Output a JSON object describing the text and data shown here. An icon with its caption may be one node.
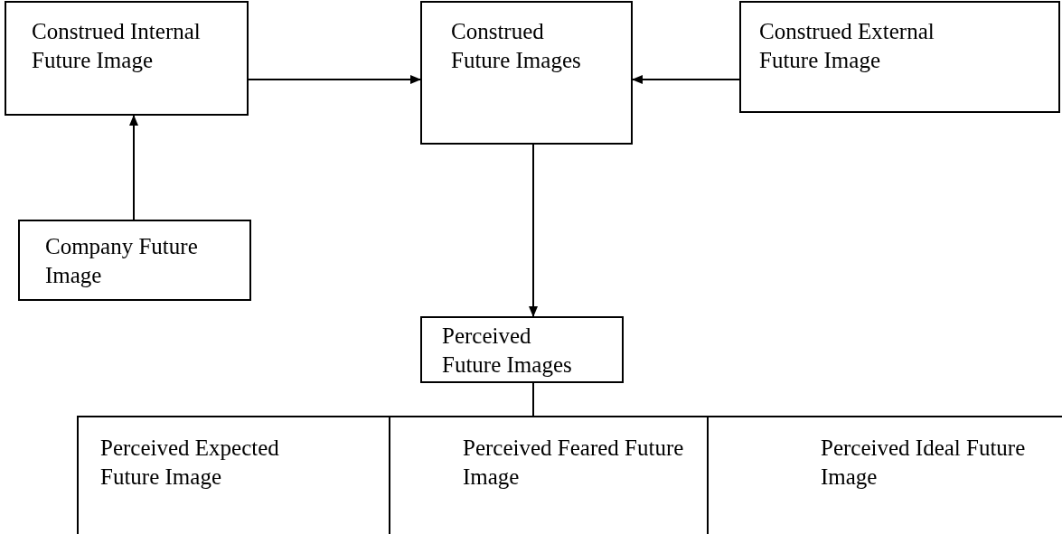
{
  "diagram": {
    "nodes": [
      {
        "text": [
          "Construed Internal Future Image"
        ]
      },
      {
        "text": [
          "Construed Future Images"
        ]
      },
      {
        "text": [
          "Construed External Future Image"
        ]
      },
      {
        "text": [
          "Company Future Image"
        ]
      },
      {
        "text": [
          "Perceived Future Images"
        ]
      },
      {
        "text": [],
        "shape": "box"
      },
      {
        "text": [
          "Perceived Expected Future Image"
        ],
        "in": 5
      },
      {
        "text": [
          "Perceived Feared Future Image"
        ],
        "in": 5
      },
      {
        "text": [
          "Perceived Ideal Future Image"
        ],
        "in": 5
      }
    ],
    "edges": [
      {
        "from": 0,
        "to": 1,
        "arrow": "to"
      },
      {
        "from": 2,
        "to": 1,
        "arrow": "to"
      },
      {
        "from": 3,
        "to": 0,
        "arrow": "to"
      },
      {
        "from": 1,
        "to": 4,
        "arrow": "to"
      },
      {
        "from": 4,
        "to": 5,
        "arrow": "none"
      }
    ]
  }
}
